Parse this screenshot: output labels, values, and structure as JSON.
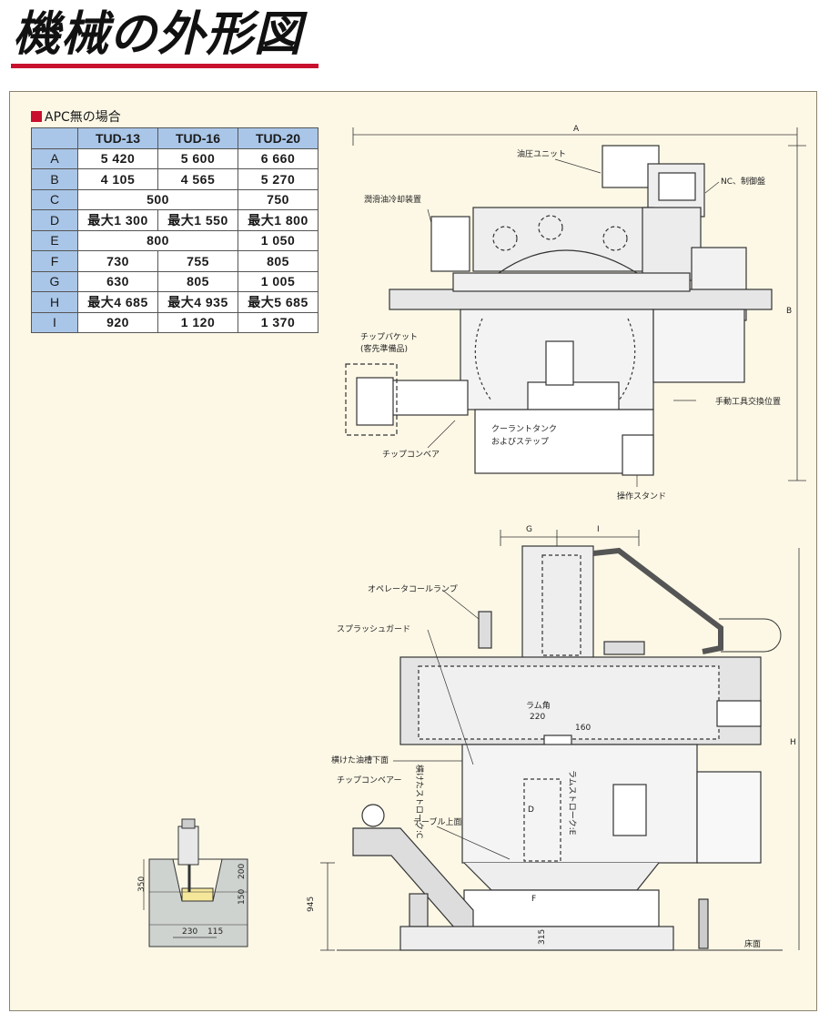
{
  "title": "機械の外形図",
  "table": {
    "caption": "APC無の場合",
    "columns": [
      "TUD-13",
      "TUD-16",
      "TUD-20"
    ],
    "rows": [
      {
        "label": "A",
        "cells": [
          {
            "v": "5 420"
          },
          {
            "v": "5 600"
          },
          {
            "v": "6 660"
          }
        ]
      },
      {
        "label": "B",
        "cells": [
          {
            "v": "4 105"
          },
          {
            "v": "4 565"
          },
          {
            "v": "5 270"
          }
        ]
      },
      {
        "label": "C",
        "cells": [
          {
            "v": "500",
            "span": 2
          },
          {
            "v": "750"
          }
        ]
      },
      {
        "label": "D",
        "cells": [
          {
            "v": "最大1 300"
          },
          {
            "v": "最大1 550"
          },
          {
            "v": "最大1 800"
          }
        ]
      },
      {
        "label": "E",
        "cells": [
          {
            "v": "800",
            "span": 2
          },
          {
            "v": "1 050"
          }
        ]
      },
      {
        "label": "F",
        "cells": [
          {
            "v": "730"
          },
          {
            "v": "755"
          },
          {
            "v": "805"
          }
        ]
      },
      {
        "label": "G",
        "cells": [
          {
            "v": "630"
          },
          {
            "v": "805"
          },
          {
            "v": "1 005"
          }
        ]
      },
      {
        "label": "H",
        "cells": [
          {
            "v": "最大4 685"
          },
          {
            "v": "最大4 935"
          },
          {
            "v": "最大5 685"
          }
        ]
      },
      {
        "label": "I",
        "cells": [
          {
            "v": "920"
          },
          {
            "v": "1 120"
          },
          {
            "v": "1 370"
          }
        ]
      }
    ]
  },
  "plan": {
    "dim_a": "A",
    "dim_b": "B",
    "hydraulic_unit": "油圧ユニット",
    "nc_panel": "NC、制御盤",
    "lubrication": "潤滑油冷却装置",
    "chip_bucket": "チップバケット",
    "chip_bucket_note": "(客先準備品)",
    "coolant_tank": "クーラントタンク",
    "coolant_tank_2": "およびステップ",
    "chip_conveyor": "チップコンベア",
    "tool_change": "手動工具交換位置",
    "op_stand": "操作スタンド"
  },
  "elevation": {
    "dim_g": "G",
    "dim_i": "I",
    "dim_h": "H",
    "operator_lamp": "オペレータコールランプ",
    "splash_guard": "スプラッシュガード",
    "ram_size_label": "ラム角",
    "ram_size_value": "220",
    "val_160": "160",
    "crossrail_bottom": "横けた油槽下面",
    "crossrail_stroke": "横けたストローク:C",
    "chip_conveyor": "チップコンベアー",
    "ram_stroke": "ラムストローク:E",
    "dim_d": "D",
    "table_top": "テーブル上面",
    "dim_f": "F",
    "val_945": "945",
    "val_315": "315",
    "floor": "床面"
  },
  "foundation": {
    "val_350": "350",
    "val_200": "200",
    "val_150": "150",
    "val_230": "230",
    "val_115": "115"
  }
}
